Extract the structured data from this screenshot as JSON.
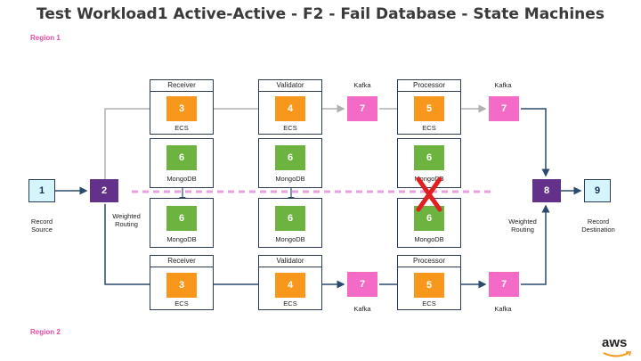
{
  "title": "Test Workload1 Active-Active - F2 - Fail Database - State Machines",
  "regions": {
    "r1": "Region 1",
    "r2": "Region 2"
  },
  "colors": {
    "compute": "#f7981d",
    "database": "#6db33f",
    "stream": "#f36bc6",
    "router": "#63318a",
    "endpoint": "#d5f4fb",
    "replication": "#e6a0df",
    "failure": "#e02020"
  },
  "labels": {
    "ecs": "ECS",
    "mongodb": "MongoDB",
    "kafka": "Kafka"
  },
  "source": {
    "num": "1",
    "label1": "Record",
    "label2": "Source"
  },
  "router_in": {
    "num": "2",
    "label1": "Weighted",
    "label2": "Routing"
  },
  "router_out": {
    "num": "8",
    "label1": "Weighted",
    "label2": "Routing"
  },
  "destination": {
    "num": "9",
    "label1": "Record",
    "label2": "Destination"
  },
  "region1_services": [
    {
      "name": "Receiver",
      "num": "3"
    },
    {
      "name": "Validator",
      "num": "4"
    },
    {
      "name": "Processor",
      "num": "5"
    }
  ],
  "region2_services": [
    {
      "name": "Receiver",
      "num": "3"
    },
    {
      "name": "Validator",
      "num": "4"
    },
    {
      "name": "Processor",
      "num": "5"
    }
  ],
  "kafka_num": "7",
  "db_num": "6",
  "failed_component": "Processor MongoDB (Region 1 and Region 2)",
  "logo": "aws"
}
